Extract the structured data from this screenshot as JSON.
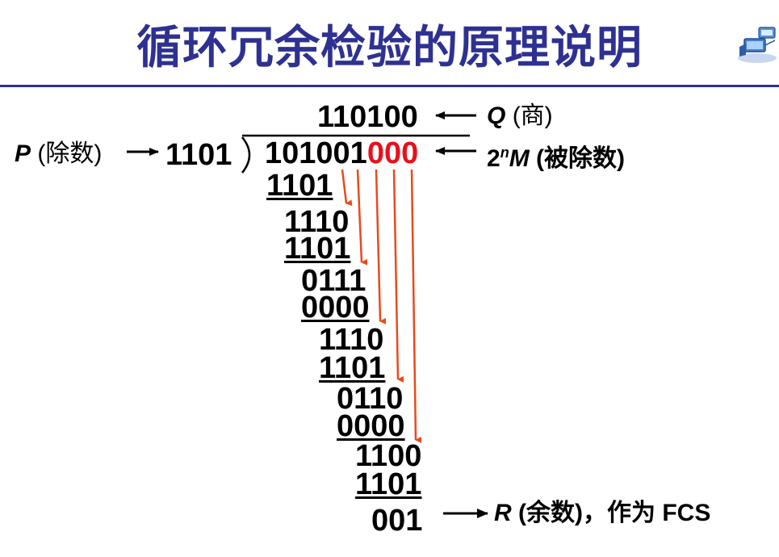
{
  "title": "循环冗余检验的原理说明",
  "labels": {
    "quotient_var": "Q",
    "quotient_text": "(商)",
    "divisor_var": "P",
    "divisor_text": "(除数)",
    "dividend_prefix": "2",
    "dividend_exp": "n",
    "dividend_var": "M",
    "dividend_text": "(被除数)",
    "remainder_var": "R",
    "remainder_text": "(余数)，作为 FCS"
  },
  "division": {
    "quotient": "110100",
    "divisor": "1101",
    "dividend_digits": "101001",
    "appended_zeros": "000",
    "steps": [
      "1101",
      "1110",
      "1101",
      "0111",
      "0000",
      "1110",
      "1101",
      "0110",
      "0000",
      "1100",
      "1101"
    ],
    "remainder": "001"
  },
  "colors": {
    "title": "#2e3192",
    "appended_zeros": "#e8101c",
    "bring_down_arrows": "#e84a1c"
  }
}
